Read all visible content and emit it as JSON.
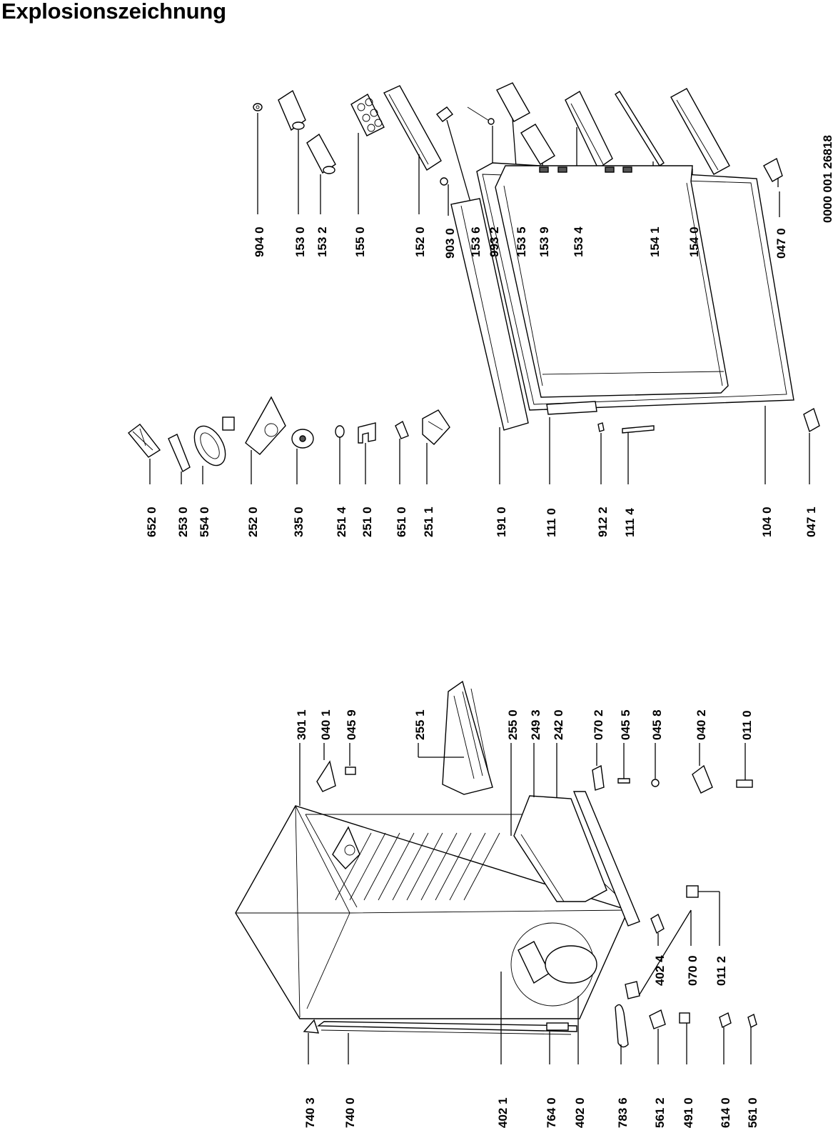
{
  "title": "Explosionszeichnung",
  "document_number": "0000 001 26818",
  "labels": [
    "904 0",
    "153 0",
    "153 2",
    "155 0",
    "152 0",
    "903 0",
    "153 6",
    "993 2",
    "153 5",
    "153 9",
    "153 4",
    "154 1",
    "154 0",
    "047 0",
    "652 0",
    "253 0",
    "554 0",
    "252 0",
    "335 0",
    "251 4",
    "251 0",
    "651 0",
    "251 1",
    "191 0",
    "111 0",
    "912 2",
    "111 4",
    "104 0",
    "047 1",
    "301  1",
    "040 1",
    "045 9",
    "255 1",
    "255 0",
    "249 3",
    "242 0",
    "070 2",
    "045 5",
    "045 8",
    "040 2",
    "011 0",
    "740 3",
    "740 0",
    "402 1",
    "764 0",
    "402 0",
    "783 6",
    "561 2",
    "491 0",
    "614 0",
    "561 0",
    "402 4",
    "070 0",
    "011 2"
  ]
}
